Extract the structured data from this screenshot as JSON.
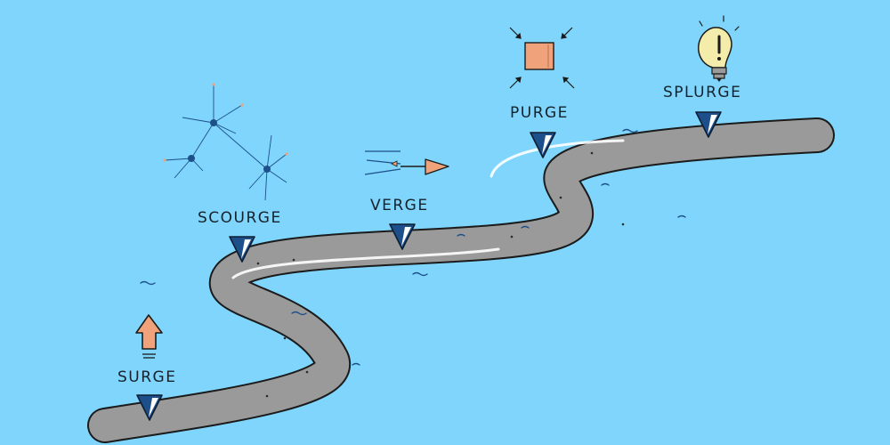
{
  "stops": [
    {
      "id": "surge",
      "label": "SURGE",
      "icon": "up-arrow-icon"
    },
    {
      "id": "scourge",
      "label": "SCOURGE",
      "icon": "network-nodes-icon"
    },
    {
      "id": "verge",
      "label": "VERGE",
      "icon": "arrow-right-icon"
    },
    {
      "id": "purge",
      "label": "PURGE",
      "icon": "compress-square-icon"
    },
    {
      "id": "splurge",
      "label": "SPLURGE",
      "icon": "lightbulb-idea-icon"
    }
  ],
  "colors": {
    "background": "#7fd5fb",
    "road": "#9a9a9a",
    "road_outline": "#1b1b1b",
    "marker": "#1d4f8a",
    "accent": "#f0a37a",
    "node": "#1d4f8a"
  }
}
